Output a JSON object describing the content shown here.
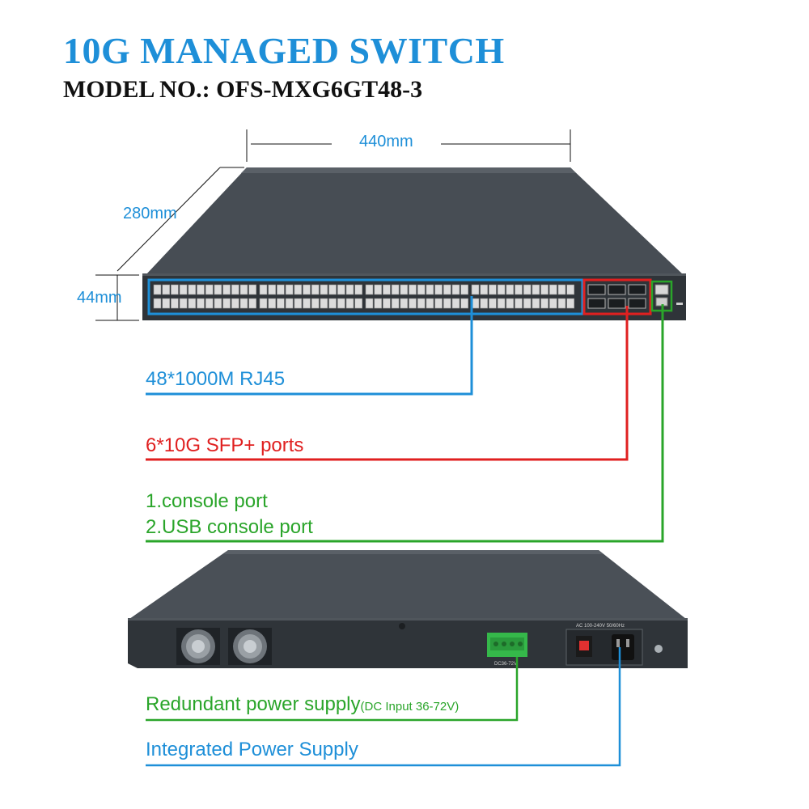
{
  "title": "10G MANAGED SWITCH",
  "model": "MODEL NO.: OFS-MXG6GT48-3",
  "dimensions": {
    "width": "440mm",
    "depth": "280mm",
    "height": "44mm"
  },
  "front_labels": {
    "rj45": "48*1000M RJ45",
    "sfp": "6*10G SFP+ ports",
    "console_1": "1.console port",
    "console_2": "2.USB console port"
  },
  "rear_labels": {
    "redundant": "Redundant power supply",
    "redundant_note": "(DC Input 36-72V)",
    "integrated": "Integrated Power Supply",
    "dc_terminal_label": "DC36-72V",
    "ac_label": "AC 100-240V 50/60Hz"
  },
  "colors": {
    "blue": "#1e8fd8",
    "red": "#e02020",
    "green": "#2aa52a",
    "chassis": "#3b4046",
    "chassis_top": "#4a5057"
  }
}
